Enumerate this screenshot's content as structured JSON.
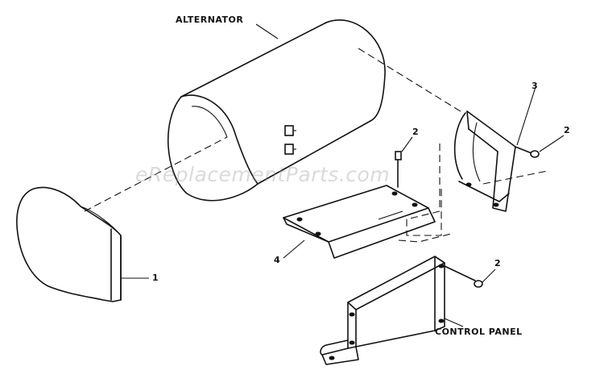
{
  "labels": {
    "alternator": "ALTERNATOR",
    "control_panel": "CONTROL PANEL"
  },
  "callouts": {
    "part_1": "1",
    "part_2_top": "2",
    "part_2_right": "2",
    "part_2_bottom": "2",
    "part_3": "3",
    "part_4": "4"
  },
  "watermark": "eReplacementParts.com"
}
